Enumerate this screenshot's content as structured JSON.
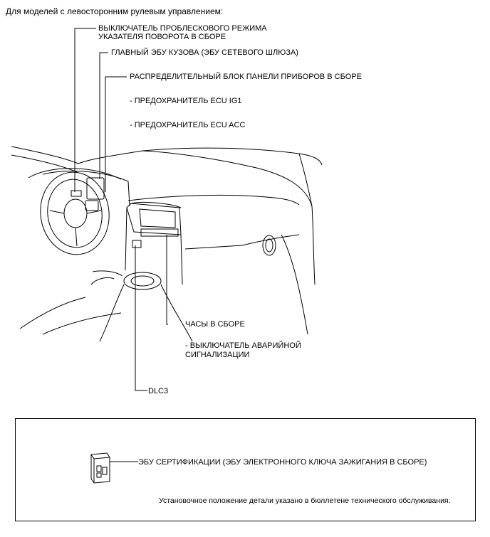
{
  "heading": "Для моделей с левосторонним рулевым управлением:",
  "labels": {
    "hazard_flasher_switch": "ВЫКЛЮЧАТЕЛЬ ПРОБЛЕСКОВОГО РЕЖИМА",
    "hazard_flasher_switch_2": "УКАЗАТЕЛЯ ПОВОРОТА В СБОРЕ",
    "main_body_ecu": "ГЛАВНЫЙ ЭБУ КУЗОВА (ЭБУ СЕТЕВОГО ШЛЮЗА)",
    "junction_block": "РАСПРЕДЕЛИТЕЛЬНЫЙ БЛОК ПАНЕЛИ ПРИБОРОВ В СБОРЕ",
    "fuse_ig1": "- ПРЕДОХРАНИТЕЛЬ ECU IG1",
    "fuse_acc": "- ПРЕДОХРАНИТЕЛЬ ECU ACC",
    "clock": "ЧАСЫ В СБОРЕ",
    "hazard_switch": "- ВЫКЛЮЧАТЕЛЬ АВАРИЙНОЙ",
    "hazard_switch_2": "СИГНАЛИЗАЦИИ",
    "dlc3": "DLC3"
  },
  "certification_box": {
    "ecu_label": "ЭБУ СЕРТИФИКАЦИИ (ЭБУ ЭЛЕКТРОННОГО КЛЮЧА ЗАЖИГАНИЯ В СБОРЕ)",
    "note": "Установочное положение детали указано в бюллетене технического обслуживания."
  }
}
